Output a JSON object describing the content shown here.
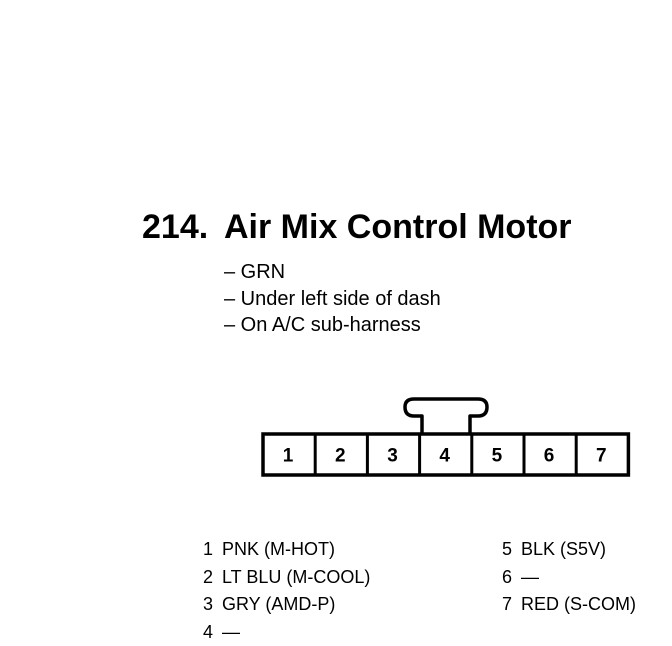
{
  "heading": {
    "number": "214.",
    "name": "Air Mix Control Motor"
  },
  "notes": [
    "– GRN",
    "– Under left side of dash",
    "– On A/C sub-harness"
  ],
  "connector": {
    "cavities": [
      "1",
      "2",
      "3",
      "4",
      "5",
      "6",
      "7"
    ],
    "latch_position": "4"
  },
  "pinout_left": [
    {
      "pin": "1",
      "desc": "PNK (M-HOT)"
    },
    {
      "pin": "2",
      "desc": "LT BLU (M-COOL)"
    },
    {
      "pin": "3",
      "desc": "GRY (AMD-P)"
    },
    {
      "pin": "4",
      "desc": "—"
    }
  ],
  "pinout_right": [
    {
      "pin": "5",
      "desc": "BLK (S5V)"
    },
    {
      "pin": "6",
      "desc": "—"
    },
    {
      "pin": "7",
      "desc": "RED (S-COM)"
    }
  ]
}
